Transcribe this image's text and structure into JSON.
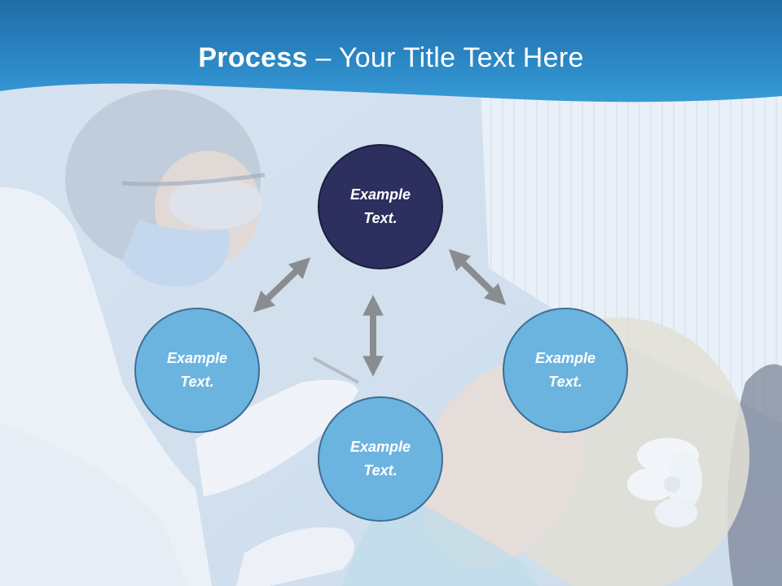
{
  "slide": {
    "title_bold": "Process",
    "title_rest": " – Your Title Text Here"
  },
  "nodes": {
    "top": "Example Text.",
    "left": "Example Text.",
    "bottom": "Example Text.",
    "right": "Example Text."
  },
  "colors": {
    "header_blue": "#2e8ac8",
    "dark_node": "#2d2f5e",
    "light_node": "#6cb4e0",
    "arrow_gray": "#8a8d90"
  }
}
